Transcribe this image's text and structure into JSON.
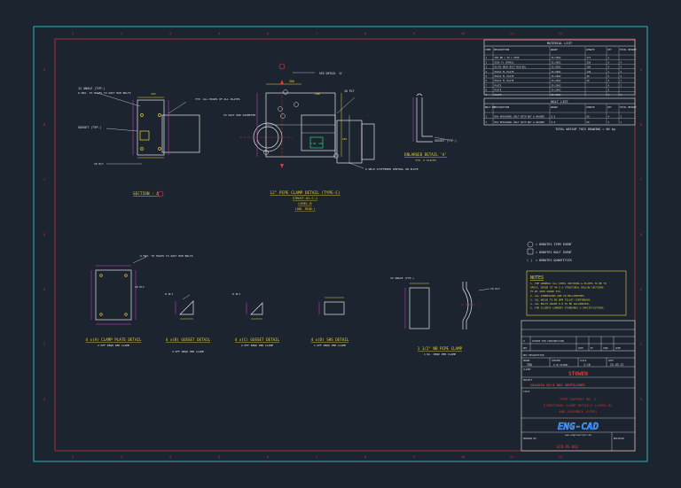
{
  "colors": {
    "background": "#1c2430",
    "border": "#2fb3b3",
    "frame": "#d23a3a",
    "line": "#e6e6e6",
    "yellow": "#e7d23b",
    "green": "#39d27a",
    "magenta": "#e23ad8",
    "red": "#e23a3a",
    "blue_logo": "#1f78ff"
  },
  "grid": {
    "top_numbers": [
      "2",
      "3",
      "4",
      "5",
      "6",
      "7",
      "8",
      "9",
      "10",
      "11",
      "12"
    ],
    "side_letters": [
      "A",
      "B",
      "C",
      "D",
      "E",
      "F",
      "G"
    ]
  },
  "material_list": {
    "title": "MATERIAL LIST",
    "headers": [
      "ITEM",
      "DESCRIPTION",
      "GRADE",
      "LENGTH",
      "QTY",
      "TOTAL WEIGHT"
    ],
    "rows": [
      [
        "1",
        "300 NB x 30 L PIPE",
        "IS:2062",
        "273",
        "1",
        "-"
      ],
      [
        "2",
        "65X6 FL SPIRAL",
        "IS:2062",
        "200",
        "4",
        "4"
      ],
      [
        "3",
        "81/64 HEXA BOLT M16(80)",
        "IS:2062",
        "100",
        "4",
        "4"
      ],
      [
        "4",
        "65X12 FL PLATE",
        "IS:2062",
        "140",
        "1",
        "2"
      ],
      [
        "5",
        "65X12 FL PLATE",
        "IS:2062",
        "40",
        "4",
        "2"
      ],
      [
        "6",
        "65X12 FL PLATE",
        "IS:2062",
        "40",
        "4",
        "1"
      ],
      [
        "7",
        "PLATE",
        "IS:2062",
        "-",
        "4",
        "1"
      ],
      [
        "8",
        "PLATE",
        "IS:2062",
        "-",
        "2",
        "-"
      ],
      [
        "9",
        "PLATE",
        "IS:2062",
        "-",
        "1",
        "1"
      ]
    ]
  },
  "bolt_list": {
    "title": "BOLT LIST",
    "headers": [
      "BOLT NO",
      "DESCRIPTION",
      "GRADE",
      "LENGTH",
      "QTY",
      "TOTAL WEIGHT"
    ],
    "rows": [
      [
        "1",
        "M20 HEXAGONAL BOLT WITH NUT & WASHER",
        "8.8",
        "80",
        "4",
        "2"
      ],
      [
        "2",
        "M16 HEXAGONAL BOLT WITH NUT & WASHER",
        "8.8",
        "60",
        "4",
        "1"
      ]
    ],
    "total": "TOTAL WEIGHT THIS DRAWING = 60 kg"
  },
  "views": {
    "pipe_clamp_title": "12\" PIPE CLAMP DETAIL (TYPE-C)",
    "pipe_clamp_sub1": "STRUCT-01-C-1",
    "pipe_clamp_sub2": "LEVEL-B",
    "pipe_clamp_sub3": "(1NO. REQD.)",
    "see_detail": "SEE DETAIL 'A'",
    "section_a": "SECTION - A",
    "enlarged_a": "ENLARGED DETAIL 'A'",
    "enlarged_a_sub": "TYP. 2 PLACES",
    "clamp_plate": "4 x(A) CLAMP PLATE DETAIL",
    "clamp_plate_sub": "2 OFF REQD PER CLAMP",
    "gusset1": "4 x(B) GUSSET DETAIL",
    "gusset1_sub": "4 OFF REQD PER CLAMP",
    "gusset2": "4 x(C) GUSSET DETAIL",
    "gusset2_sub": "2 OFF REQD PER CLAMP",
    "shs": "4 x(D) SHS DETAIL",
    "shs_sub": "1 OFF REQD PER CLAMP",
    "small_clamp": "1 1/2\" NB PIPE CLAMP",
    "small_clamp_sub": "1 No. REQD PER CLAMP",
    "note_shs": "4 NO. SHS",
    "note_typ": "TYP. ALL EDGES OF ALL PLATES",
    "note_thk": "TO SUIT ROD DIAMETER",
    "note_weld": "6 MAX. TO HOLES TO SUIT M20 BOLTS",
    "note_stiffener": "6 WELD STIFFENER CENTRAL ON PLATE",
    "note_gusset": "GUSSET (TYP.)",
    "note_plt": "10 PLT",
    "note_plt2": "10 PLT",
    "note_plt3": "16 PLT",
    "note_plt4": "8 PLT",
    "note_angle": "12 ANGLE (TYP.)",
    "note_dim": "300",
    "note_dim2": "200",
    "note_dim3": "150",
    "note_dim4": "100"
  },
  "legend": {
    "item1": "= DENOTES ITEM IDENT",
    "item2": "= DENOTES BOLT IDENT",
    "item3": "= DENOTES QUANTITIES"
  },
  "notes": {
    "title": "NOTES",
    "lines": [
      "1. THE GENERAL ALL STEEL SECTIONS & PLATES TO BE TO",
      "   SPECS, GRADE ST 44-2 A STRUCTURAL HOLLOW SECTIONS",
      "   TO BS 4360 GRADE 43A.",
      "2. ALL DIMENSIONS ARE IN MILLIMETRES.",
      "3. ALL WELDS TO BE 6MM FILLET CONTINUOUS.",
      "4. ALL BOLTS GRADE 8.8 TO BE GALVANISED.",
      "5. FOR CLIENTS CURRENT STANDARDS & SPECIFICATIONS."
    ]
  },
  "title_block": {
    "rev_header": "REV   DESCRIPTION",
    "issued": "ISSUED FOR CONSTRUCTION",
    "cols": [
      "REV",
      "DATE",
      "BY",
      "CHKD",
      "APPR"
    ],
    "drawn_label": "DRAWN",
    "checked_label": "CHECKED",
    "scale_label": "SCALE",
    "date_label": "DATE",
    "drawn": "TBD",
    "checked": "V.B.VISHU",
    "scale": "1:10",
    "date": "25.03.22",
    "client_label": "CLIENT",
    "client": "STOWEN",
    "project_label": "PROJECT",
    "project": "VALAVIA GS-4 WGS VENTILINES",
    "title_label": "TITLE",
    "title_lines": [
      "PIPE SUPPORT NO. 2",
      "STRUCTURAL CLAMP DETAILS (LEVEL-B)",
      "AND ASSEMBLY (PIPE)"
    ],
    "logo": "ENG-CAD",
    "website": "www.engineercad.com",
    "drawing_no_label": "DRAWING NO.",
    "revision_label": "REVISION",
    "drawing_no": "ECD-PS-002"
  }
}
